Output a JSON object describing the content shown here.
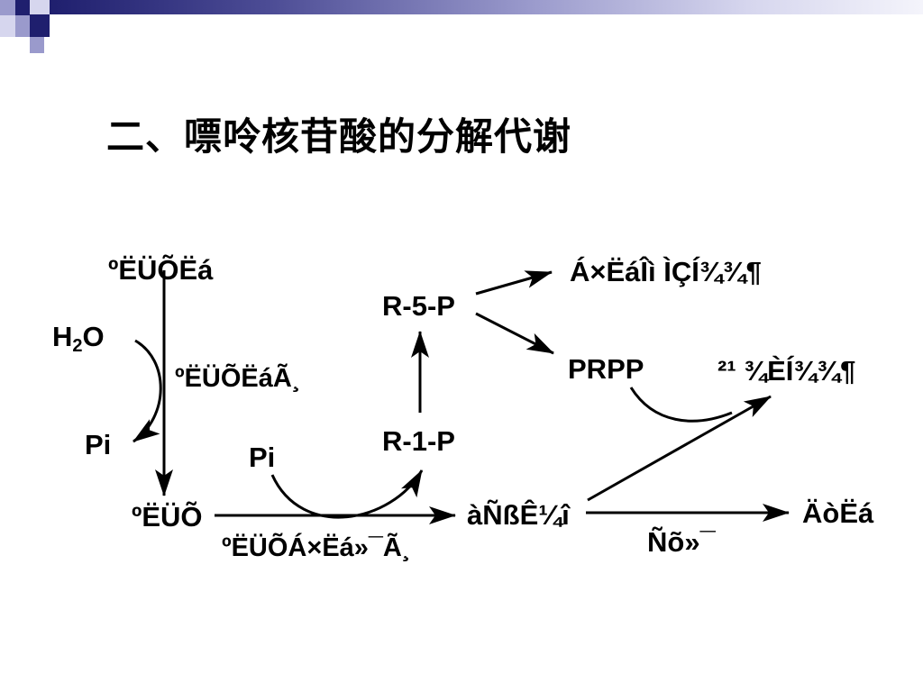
{
  "slide": {
    "title": "二、嘌呤核苷酸的分解代谢",
    "colors": {
      "navy": "#1f1f6e",
      "lavender": "#9a9acc",
      "pale": "#d6d6ee",
      "ink": "#000000"
    }
  },
  "diagram": {
    "nucleotide": "ºËÜÕËá",
    "water_h": "H",
    "water_sub": "2",
    "water_o": "O",
    "enzyme_nucleotidase": "ºËÜÕËáÃ¸",
    "pi_left": "Pi",
    "nucleoside": "ºËÜÕ",
    "pi_center": "Pi",
    "enzyme_phosphorylase": "ºËÜÕÁ×Ëá»¯Ã¸",
    "r1p": "R-1-P",
    "r5p": "R-5-P",
    "pentose_pathway": "Á×ËáÎì ÌÇÍ¾¾¶",
    "prpp": "PRPP",
    "salvage_pathway": "²¹ ¾ÈÍ¾¾¶",
    "purine_base": "àÑßÊ¼î",
    "oxidation": "Ñõ»¯",
    "uric_acid": "ÄòËá"
  }
}
